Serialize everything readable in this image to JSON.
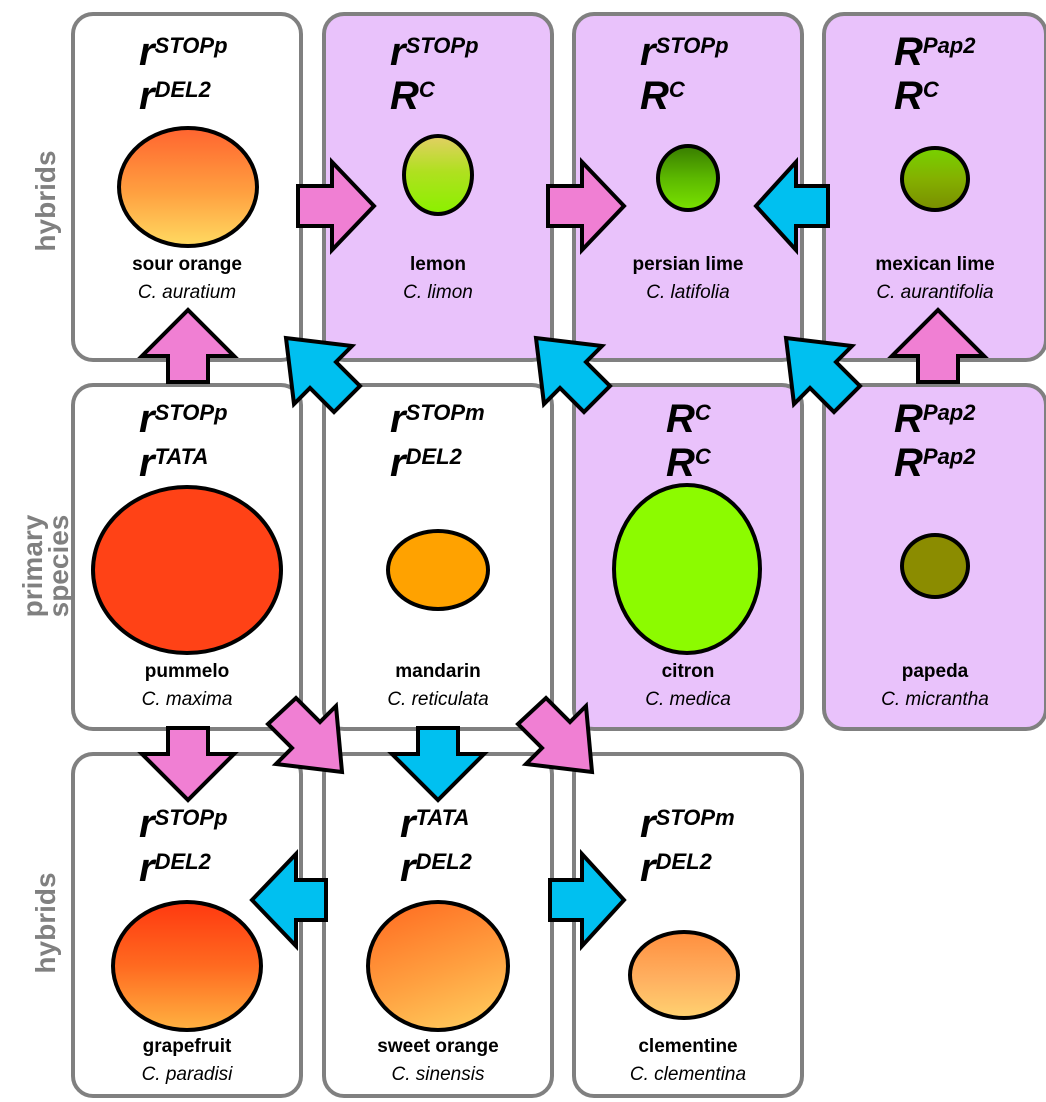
{
  "row_labels": {
    "top": "hybrids",
    "middle_line1": "primary",
    "middle_line2": "species",
    "bottom": "hybrids"
  },
  "colors": {
    "border": "#808080",
    "purple_fill": "#e9c2fb",
    "pink_arrow": "#f07fd3",
    "blue_arrow": "#00c0f0"
  },
  "cards": {
    "sour_orange": {
      "g1_base": "r",
      "g1_sup": "STOPp",
      "g2_base": "r",
      "g2_sup": "DEL2",
      "name": "sour orange",
      "species": "C. auratium"
    },
    "lemon": {
      "g1_base": "r",
      "g1_sup": "STOPp",
      "g2_base": "R",
      "g2_sup": "C",
      "name": "lemon",
      "species": "C. limon"
    },
    "persian_lime": {
      "g1_base": "r",
      "g1_sup": "STOPp",
      "g2_base": "R",
      "g2_sup": "C",
      "name": "persian lime",
      "species": "C. latifolia"
    },
    "mexican_lime": {
      "g1_base": "R",
      "g1_sup": "Pap2",
      "g2_base": "R",
      "g2_sup": "C",
      "name": "mexican lime",
      "species": "C. aurantifolia"
    },
    "pummelo": {
      "g1_base": "r",
      "g1_sup": "STOPp",
      "g2_base": "r",
      "g2_sup": "TATA",
      "name": "pummelo",
      "species": "C. maxima"
    },
    "mandarin": {
      "g1_base": "r",
      "g1_sup": "STOPm",
      "g2_base": "r",
      "g2_sup": "DEL2",
      "name": "mandarin",
      "species": "C. reticulata"
    },
    "citron": {
      "g1_base": "R",
      "g1_sup": "C",
      "g2_base": "R",
      "g2_sup": "C",
      "name": "citron",
      "species": "C. medica"
    },
    "papeda": {
      "g1_base": "R",
      "g1_sup": "Pap2",
      "g2_base": "R",
      "g2_sup": "Pap2",
      "name": "papeda",
      "species": "C. micrantha"
    },
    "grapefruit": {
      "g1_base": "r",
      "g1_sup": "STOPp",
      "g2_base": "r",
      "g2_sup": "DEL2",
      "name": "grapefruit",
      "species": "C. paradisi"
    },
    "sweet_orange": {
      "g1_base": "r",
      "g1_sup": "TATA",
      "g2_base": "r",
      "g2_sup": "DEL2",
      "name": "sweet orange",
      "species": "C. sinensis"
    },
    "clementine": {
      "g1_base": "r",
      "g1_sup": "STOPm",
      "g2_base": "r",
      "g2_sup": "DEL2",
      "name": "clementine",
      "species": "C. clementina"
    }
  }
}
